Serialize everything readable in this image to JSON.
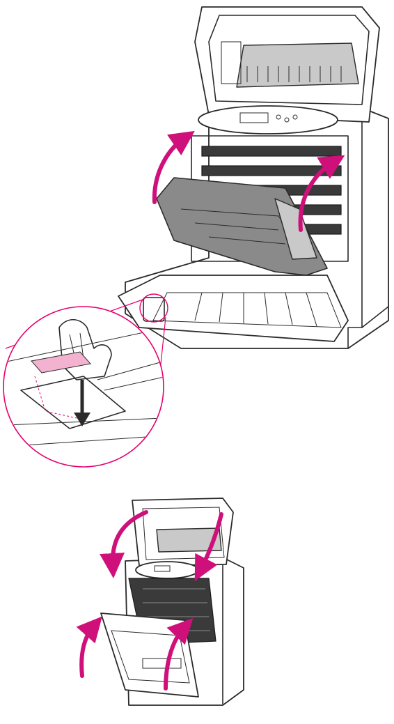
{
  "colors": {
    "accent_arrow": "#d0107a",
    "callout_outline": "#e6006e",
    "tab_pink": "#f3b3d0",
    "panel_grey": "#8a8a8a",
    "ink": "#2a2a2a"
  },
  "figures": [
    {
      "id": "figure-1",
      "subject": "printer-front-door-open-transfer-unit-tilted",
      "arrows": 2,
      "callout": "release-tab-pull-down"
    },
    {
      "id": "figure-2",
      "subject": "printer-top-cover-and-front-door-closing",
      "arrows": 4
    }
  ]
}
